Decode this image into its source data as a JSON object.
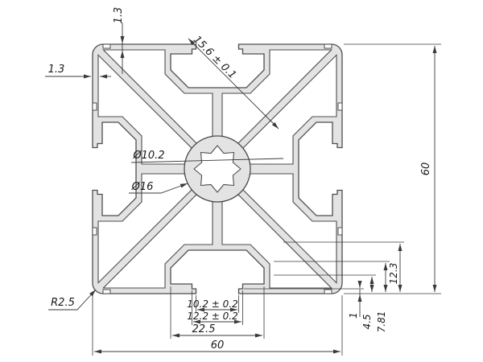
{
  "drawing": {
    "colors": {
      "material": "#e3e3e3",
      "outline": "#4d4d4d",
      "dimension_line": "#3a3a3a",
      "background": "#ffffff"
    },
    "dimensions": {
      "wall_thickness_top": "1.3",
      "wall_thickness_left": "1.3",
      "slot_diagonal": "15.6 ± 0.1",
      "center_bore_diameter": "Ø10.2",
      "core_tube_diameter": "Ø16",
      "overall_height": "60",
      "overall_width": "60",
      "slot_cavity_width": "22.5",
      "slot_undercut_width": "12.2 ± 0.2",
      "slot_opening_width": "10.2 ± 0.2",
      "slot_depth": "12.3",
      "step_small": "1",
      "step_mid": "4.5",
      "step_large": "7.81",
      "corner_radius": "R2.5"
    }
  }
}
